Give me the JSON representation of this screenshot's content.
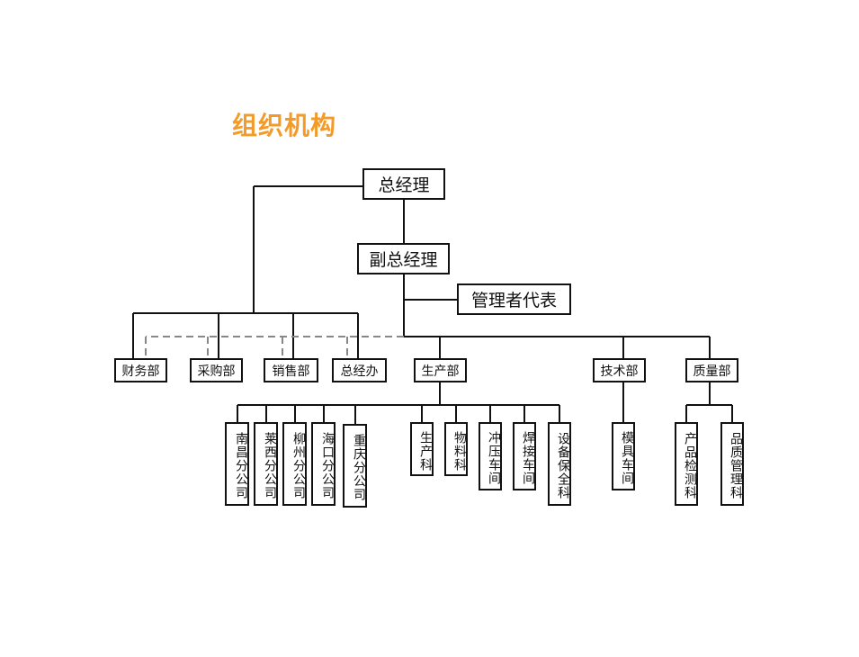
{
  "title": "组织机构",
  "colors": {
    "title": "#f39a28",
    "line": "#111111",
    "dashed": "#888888"
  },
  "nodes": {
    "gm": "总经理",
    "dgm": "副总经理",
    "mgmt_rep": "管理者代表",
    "finance": "财务部",
    "purchasing": "采购部",
    "sales": "销售部",
    "gm_office": "总经办",
    "production": "生产部",
    "tech": "技术部",
    "quality": "质量部",
    "nanchang": "南昌分公司",
    "laixi": "莱西分公司",
    "liuzhou": "柳州分公司",
    "haikou": "海口分公司",
    "chongqing": "重庆分公司",
    "production_sec": "生产科",
    "materials_sec": "物料科",
    "stamping": "冲压车间",
    "welding": "焊接车间",
    "equipment_sec": "设备保全科",
    "mold_shop": "模具车间",
    "inspection_sec": "产品检测科",
    "qm_sec": "品质管理科"
  }
}
